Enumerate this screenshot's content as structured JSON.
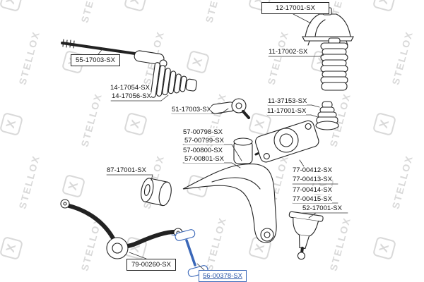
{
  "watermark": {
    "text": "STELLOX",
    "logo_letter": "X"
  },
  "parts": {
    "axial_rod": "55-17003-SX",
    "strut_mount": "12-17001-SX",
    "strut_boot": "11-17002-SX",
    "rack_boot_a": "14-17054-SX",
    "rack_boot_b": "14-17056-SX",
    "tie_rod_end": "51-17003-SX",
    "bump_stop_a": "11-37153-SX",
    "bump_stop_b": "11-17001-SX",
    "control_arm_a": "57-00798-SX",
    "control_arm_b": "57-00799-SX",
    "control_arm_c": "57-00800-SX",
    "control_arm_d": "57-00801-SX",
    "arm_bushing": "87-17001-SX",
    "bracket_a": "77-00412-SX",
    "bracket_b": "77-00413-SX",
    "bracket_c": "77-00414-SX",
    "bracket_d": "77-00415-SX",
    "ball_joint": "52-17001-SX",
    "stab_bushing": "79-00260-SX",
    "stab_link": "56-00378-SX"
  },
  "selected_part": "56-00378-SX",
  "colors": {
    "selected": "#3a67b8",
    "line": "#222222",
    "watermark": "#d9d9d9"
  }
}
